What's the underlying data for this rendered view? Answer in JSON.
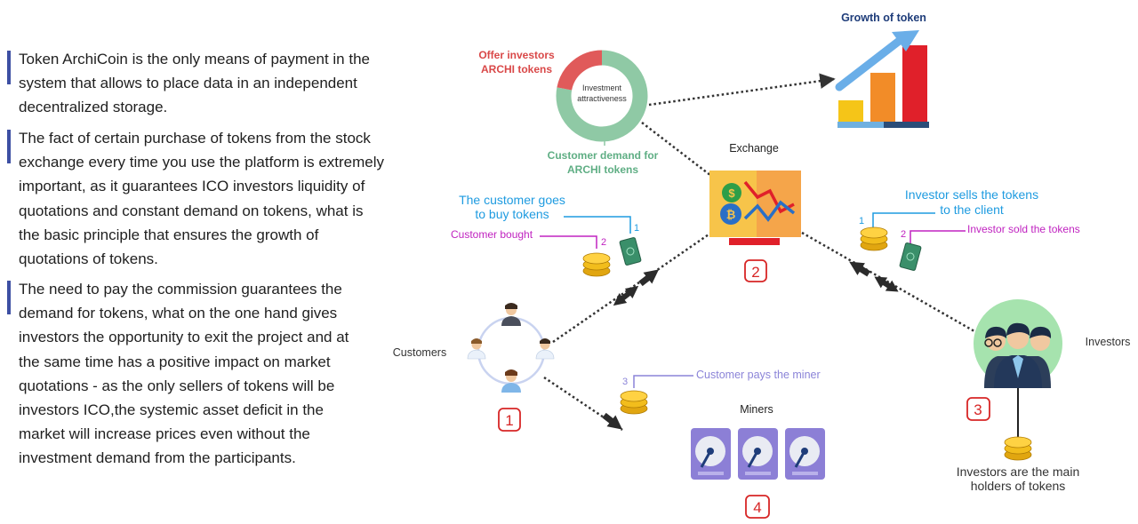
{
  "paragraphs": [
    [
      "Token ArchiCoin is the only means of payment in the",
      "system that allows to place data in an independent",
      "decentralized storage."
    ],
    [
      "The fact of certain purchase of tokens from the stock",
      "exchange every time you use the platform is extremely",
      "important, as it guarantees ICO investors liquidity of",
      "quotations and constant demand on tokens, what is",
      "the basic principle that ensures the growth of",
      "quotations of tokens."
    ],
    [
      "The need to pay the commission guarantees the",
      "demand for tokens, what on the one hand gives",
      "investors the opportunity to exit the project and at",
      "the same time has a positive impact on market",
      "quotations - as the only sellers of tokens will be",
      "investors ICO,the systemic asset deficit in the",
      "market will increase prices even without the",
      "investment demand from the participants."
    ]
  ],
  "diagram": {
    "donut": {
      "offer_label": [
        "Offer investors",
        "ARCHI tokens"
      ],
      "center_label": [
        "Investment",
        "attractiveness"
      ],
      "demand_label": [
        "Customer demand for",
        "ARCHI tokens"
      ],
      "offer_share": 0.22,
      "colors": {
        "offer": "#e05a5a",
        "demand": "#8fc9a5"
      }
    },
    "growth": {
      "title": "Growth of token",
      "bars": [
        {
          "level": 0.28,
          "color": "#f5c518"
        },
        {
          "level": 0.64,
          "color": "#f28c28"
        },
        {
          "level": 1.0,
          "color": "#e0202a"
        }
      ]
    },
    "exchange": {
      "title": "Exchange",
      "number": "2"
    },
    "customers": {
      "title": "Customers",
      "number": "1"
    },
    "investors": {
      "title": "Investors",
      "number": "3",
      "bottom_label": [
        "Investors are the main",
        "holders of tokens"
      ]
    },
    "miners": {
      "title": "Miners",
      "number": "4"
    },
    "customer_goes": [
      "The customer goes",
      "to buy tokens"
    ],
    "customer_bought": "Customer bought",
    "investor_sells": [
      "Investor sells the tokens",
      "to the client"
    ],
    "investor_sold": "Investor sold the tokens",
    "customer_pays": "Customer pays the miner",
    "step_1": "1",
    "step_2": "2",
    "step_3": "3",
    "colors": {
      "blue_text": "#1e9be0",
      "purple_text": "#c023c0",
      "lavender_text": "#8b84d8",
      "red_number": "#d72626",
      "dark_blue": "#1f3d7a",
      "green_text": "#5fae84",
      "red_text": "#d94848"
    }
  }
}
